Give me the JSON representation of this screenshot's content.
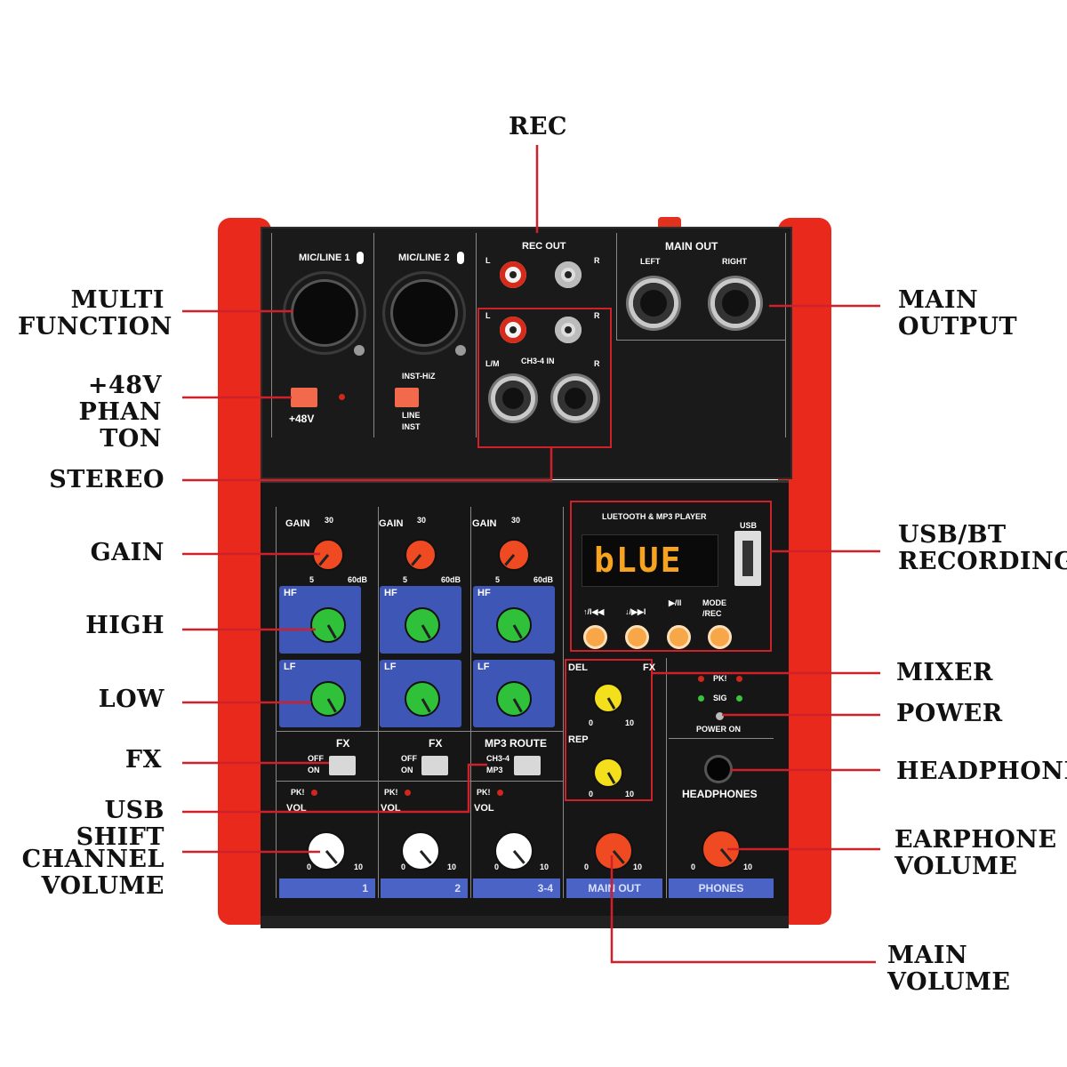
{
  "callouts": {
    "rec": "REC",
    "multi_function": "MULTI\nFUNCTION",
    "phantom": "+48V\nPHAN  TON",
    "stereo": "STEREO",
    "gain": "GAIN",
    "high": "HIGH",
    "low": "LOW",
    "fx": "FX",
    "usb_shift": "USB  SHIFT",
    "channel_volume": "CHANNEL\nVOLUME",
    "main_output": "MAIN\nOUTPUT",
    "usb_bt_recording": "USB/BT\nRECORDING",
    "mixer": "MIXER",
    "power": "POWER",
    "headphone": "HEADPHONE",
    "earphone_volume": "EARPHONE\nVOLUME",
    "main_volume": "MAIN\nVOLUME"
  },
  "panel": {
    "mic_line_1": "MIC/LINE 1",
    "mic_line_2": "MIC/LINE 2",
    "rec_out": "REC OUT",
    "main_out_top": "MAIN OUT",
    "left": "LEFT",
    "right": "RIGHT",
    "l": "L",
    "r": "R",
    "lm": "L/M",
    "ch34_in": "CH3-4 IN",
    "inst_hiz": "INST-HiZ",
    "plus48v": "+48V",
    "line": "LINE",
    "inst": "INST",
    "gain": "GAIN",
    "gain_30": "30",
    "gain_5": "5",
    "gain_60db": "60dB",
    "hf": "HF",
    "lf": "LF",
    "fx": "FX",
    "off": "OFF",
    "on": "ON",
    "mp3_route": "MP3 ROUTE",
    "ch34": "CH3-4",
    "mp3": "MP3",
    "pk": "PK!",
    "vol": "VOL",
    "zero": "0",
    "ten": "10",
    "player_title": "LUETOOTH & MP3 PLAYER",
    "usb": "USB",
    "display": "bLUE",
    "btn_prev": "↑/I◀◀",
    "btn_next": "↓/▶▶I",
    "btn_play": "▶/II",
    "btn_mode": "MODE\n/REC",
    "del": "DEL",
    "fx_label": "FX",
    "rep": "REP",
    "pk_top": "PK!",
    "sig": "SIG",
    "power_on": "POWER ON",
    "headphones": "HEADPHONES",
    "strip_1": "1",
    "strip_2": "2",
    "strip_34": "3-4",
    "strip_main": "MAIN OUT",
    "strip_phones": "PHONES"
  },
  "colors": {
    "casing": "#e8291c",
    "panel": "#161616",
    "eq_blue": "#3e56b5",
    "gain_knob": "#f04a22",
    "eq_knob": "#2fc13a",
    "fx_knob": "#f3df1c",
    "vol_knob": "#ffffff",
    "main_knob": "#f04a22",
    "display_text": "#f7a320",
    "callout_line": "#d0202a"
  }
}
